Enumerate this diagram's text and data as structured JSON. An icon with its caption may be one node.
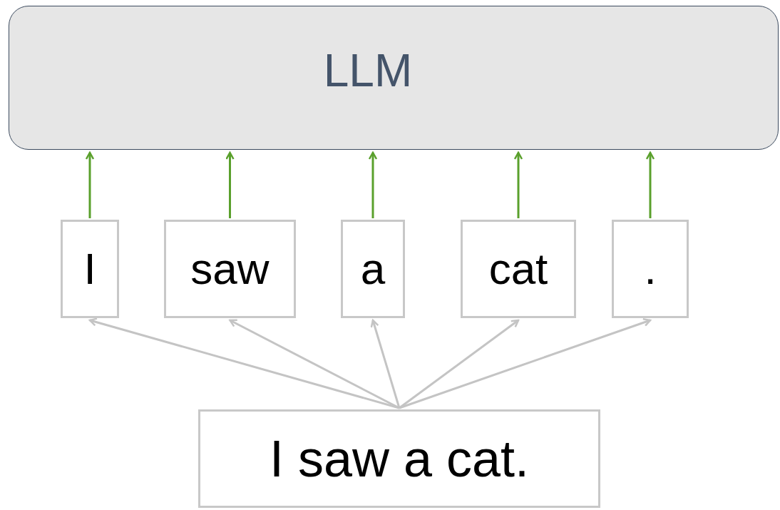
{
  "diagram": {
    "nodes": [
      {
        "text": [
          "LLM"
        ]
      },
      {
        "text": [
          "I"
        ]
      },
      {
        "text": [
          "saw"
        ]
      },
      {
        "text": [
          "a"
        ]
      },
      {
        "text": [
          "cat"
        ]
      },
      {
        "text": [
          "."
        ]
      },
      {
        "text": [
          "I saw a cat."
        ]
      }
    ],
    "edges": [
      {
        "from": 1,
        "to": 0,
        "arrow": "to"
      },
      {
        "from": 2,
        "to": 0,
        "arrow": "to"
      },
      {
        "from": 3,
        "to": 0,
        "arrow": "to"
      },
      {
        "from": 4,
        "to": 0,
        "arrow": "to"
      },
      {
        "from": 5,
        "to": 0,
        "arrow": "to"
      },
      {
        "from": 6,
        "to": 1,
        "arrow": "to",
        "color": "#c4c4c4"
      },
      {
        "from": 6,
        "to": 2,
        "arrow": "to",
        "color": "#c4c4c4"
      },
      {
        "from": 6,
        "to": 3,
        "arrow": "to",
        "color": "#c4c4c4"
      },
      {
        "from": 6,
        "to": 4,
        "arrow": "to",
        "color": "#c4c4c4"
      },
      {
        "from": 6,
        "to": 5,
        "arrow": "to",
        "color": "#c4c4c4"
      }
    ]
  }
}
